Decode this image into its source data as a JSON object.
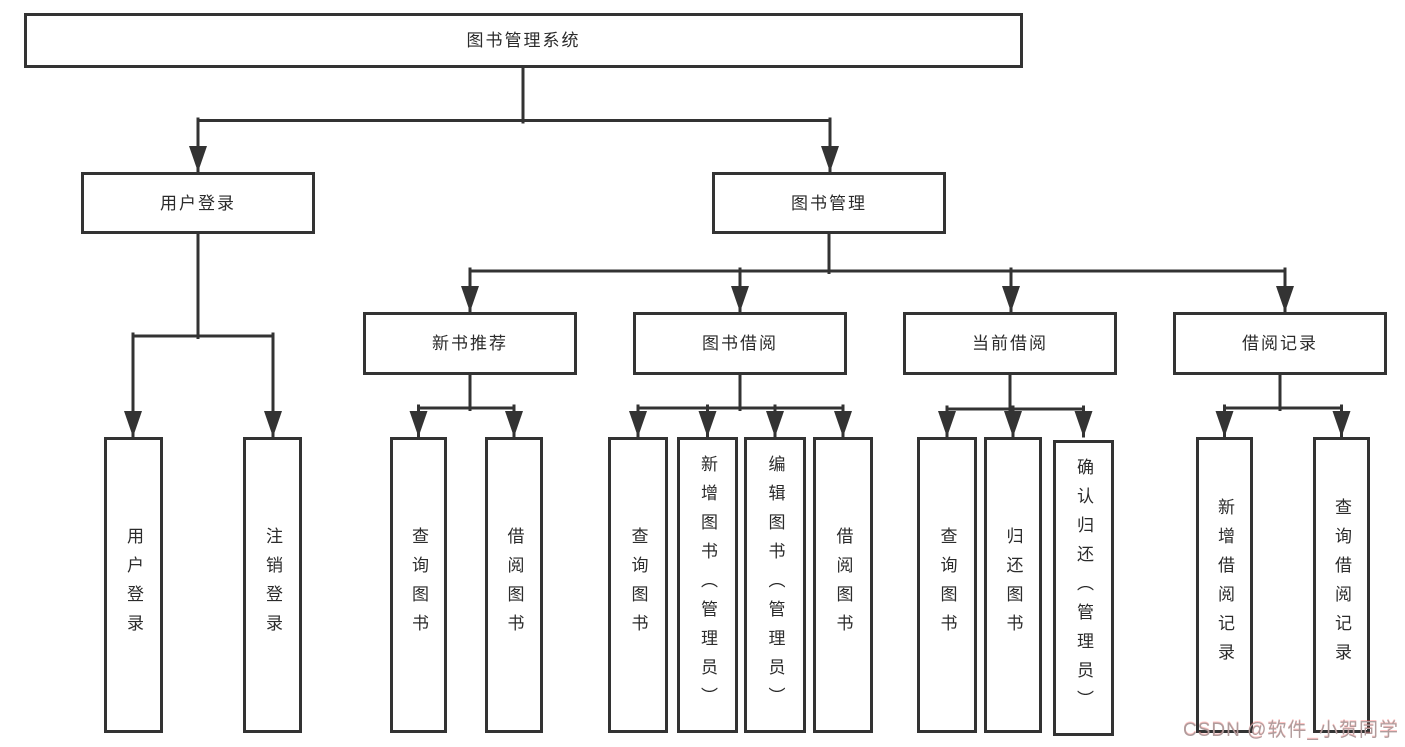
{
  "diagram": {
    "root": {
      "label": "图书管理系统",
      "children": [
        {
          "label": "用户登录",
          "children": [
            {
              "label": "用户登录"
            },
            {
              "label": "注销登录"
            }
          ]
        },
        {
          "label": "图书管理",
          "children": [
            {
              "label": "新书推荐",
              "children": [
                {
                  "label": "查询图书"
                },
                {
                  "label": "借阅图书"
                }
              ]
            },
            {
              "label": "图书借阅",
              "children": [
                {
                  "label": "查询图书"
                },
                {
                  "label": "新增图书（管理员）"
                },
                {
                  "label": "编辑图书（管理员）"
                },
                {
                  "label": "借阅图书"
                }
              ]
            },
            {
              "label": "当前借阅",
              "children": [
                {
                  "label": "查询图书"
                },
                {
                  "label": "归还图书"
                },
                {
                  "label": "确认归还（管理员）"
                }
              ]
            },
            {
              "label": "借阅记录",
              "children": [
                {
                  "label": "新增借阅记录"
                },
                {
                  "label": "查询借阅记录"
                }
              ]
            }
          ]
        }
      ]
    }
  },
  "watermark": {
    "text": "CSDN @软件_小贺同学"
  },
  "colors": {
    "line": "#333333",
    "box_border": "#333333",
    "box_text": "#2b2b2b",
    "background": "#ffffff",
    "watermark": "#b09c9c"
  }
}
